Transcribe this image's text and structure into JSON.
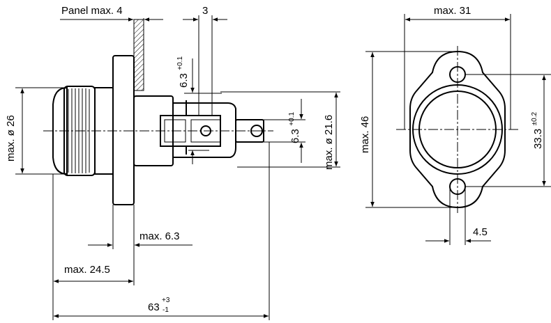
{
  "dimensions": {
    "panel": {
      "text": "Panel max. 4"
    },
    "terminal_gap": {
      "text": "3"
    },
    "terminal_tab_width": {
      "text": "6.3",
      "tol": "+0.1"
    },
    "terminal_width": {
      "text": "6.3",
      "tol": "+0.1"
    },
    "cap_diameter": {
      "text": "max. ø 26"
    },
    "body_diameter": {
      "text": "max. ø 21.6"
    },
    "flange_thickness": {
      "text": "max. 6.3"
    },
    "front_length": {
      "text": "max. 24.5"
    },
    "overall_length": {
      "text": "63",
      "tol_upper": "+3",
      "tol_lower": "-1"
    },
    "flange_width": {
      "text": "max. 31"
    },
    "flange_height": {
      "text": "max. 46"
    },
    "hole_spacing": {
      "text": "33.3",
      "tol": "±0.2"
    },
    "hole_diameter": {
      "text": "4.5"
    }
  },
  "colors": {
    "line": "#000000",
    "background": "#ffffff"
  }
}
